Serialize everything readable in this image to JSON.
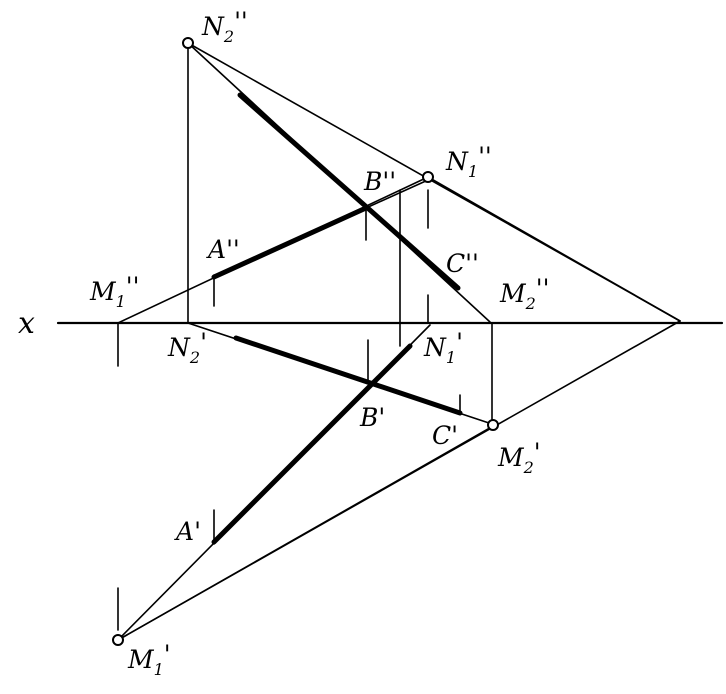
{
  "axis": {
    "label": "x"
  },
  "points": {
    "N2_pp": {
      "base": "N",
      "sub": "2",
      "primes": "''"
    },
    "N1_pp": {
      "base": "N",
      "sub": "1",
      "primes": "''"
    },
    "M1_pp": {
      "base": "M",
      "sub": "1",
      "primes": "''"
    },
    "M2_pp": {
      "base": "M",
      "sub": "2",
      "primes": "''"
    },
    "A_pp": {
      "base": "A",
      "sub": "",
      "primes": "''"
    },
    "B_pp": {
      "base": "B",
      "sub": "",
      "primes": "''"
    },
    "C_pp": {
      "base": "C",
      "sub": "",
      "primes": "''"
    },
    "N2_p": {
      "base": "N",
      "sub": "2",
      "primes": "'"
    },
    "N1_p": {
      "base": "N",
      "sub": "1",
      "primes": "'"
    },
    "M2_p": {
      "base": "M",
      "sub": "2",
      "primes": "'"
    },
    "M1_p": {
      "base": "M",
      "sub": "1",
      "primes": "'"
    },
    "A_p": {
      "base": "A",
      "sub": "",
      "primes": "'"
    },
    "B_p": {
      "base": "B",
      "sub": "",
      "primes": "'"
    },
    "C_p": {
      "base": "C",
      "sub": "",
      "primes": "'"
    }
  }
}
